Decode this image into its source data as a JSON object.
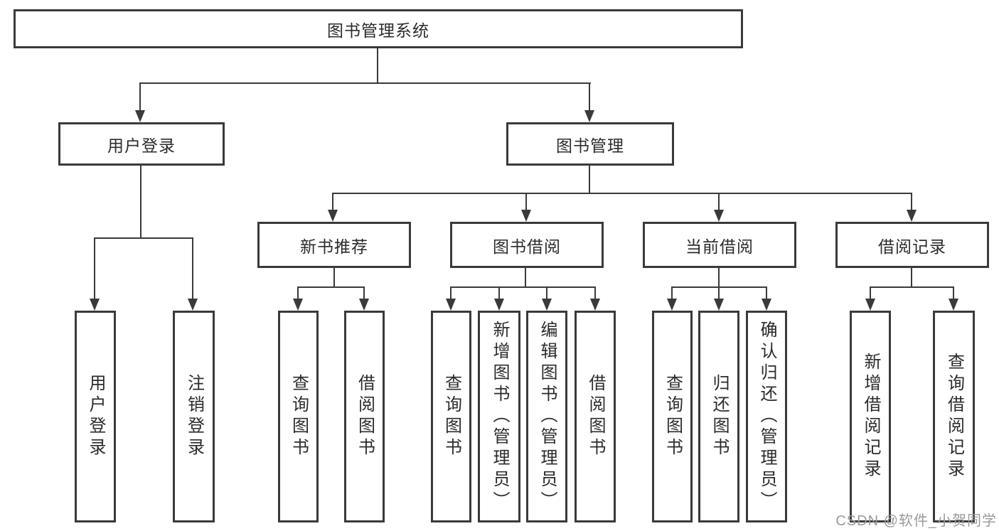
{
  "diagram": {
    "root_label": "图书管理系统",
    "level2": [
      "用户登录",
      "图书管理"
    ],
    "login_children": [
      "用户登录",
      "注销登录"
    ],
    "modules": [
      "新书推荐",
      "图书借阅",
      "当前借阅",
      "借阅记录"
    ],
    "module_children": {
      "new_book": [
        "查询图书",
        "借阅图书"
      ],
      "borrow": [
        "查询图书",
        "新增图书（管理员）",
        "编辑图书（管理员）",
        "借阅图书"
      ],
      "current": [
        "查询图书",
        "归还图书",
        "确认归还（管理员）"
      ],
      "records": [
        "新增借阅记录",
        "查询借阅记录"
      ]
    }
  },
  "watermark": {
    "text": "CSDN @软件_小贺同学"
  },
  "colors": {
    "line": "#3a3a3a",
    "text": "#2b2b2b",
    "watermark": "#9a9a9a",
    "background": "#ffffff"
  }
}
